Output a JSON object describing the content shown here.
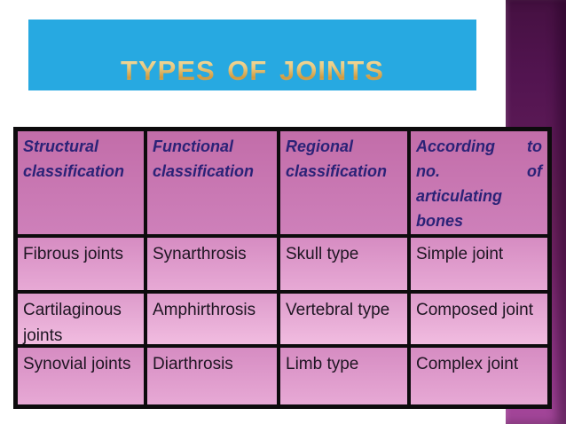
{
  "slide": {
    "title": "TYPES OF JOINTS",
    "accent_colors": {
      "title_bg": "#27a9e1",
      "title_text_gold": "#d9a94e",
      "header_bg": "#c876b2",
      "header_text": "#2b2277",
      "row_pink_dark": "#d68cc2",
      "row_pink_light": "#f1bce0",
      "side_bar_top": "#451041",
      "side_bar_bottom": "#a6489c",
      "table_border": "#0d0b0d"
    }
  },
  "table": {
    "headers": {
      "structural": "Structural classification",
      "functional": "Functional classification",
      "regional": "Regional classification",
      "according_full": "According to no. of articulating bones",
      "according_lines": [
        [
          "According",
          "to"
        ],
        [
          "no.",
          "of"
        ],
        [
          "articulating"
        ],
        [
          "bones"
        ]
      ]
    },
    "rows": [
      {
        "structural": "Fibrous joints",
        "functional": "Synarthrosis",
        "regional": "Skull type",
        "according": "Simple joint"
      },
      {
        "structural": "Cartilaginous joints",
        "functional": "Amphirthrosis",
        "regional": "Vertebral type",
        "according": "Composed joint"
      },
      {
        "structural": "Synovial joints",
        "functional": "Diarthrosis",
        "regional": "Limb type",
        "according": "Complex joint"
      }
    ]
  }
}
